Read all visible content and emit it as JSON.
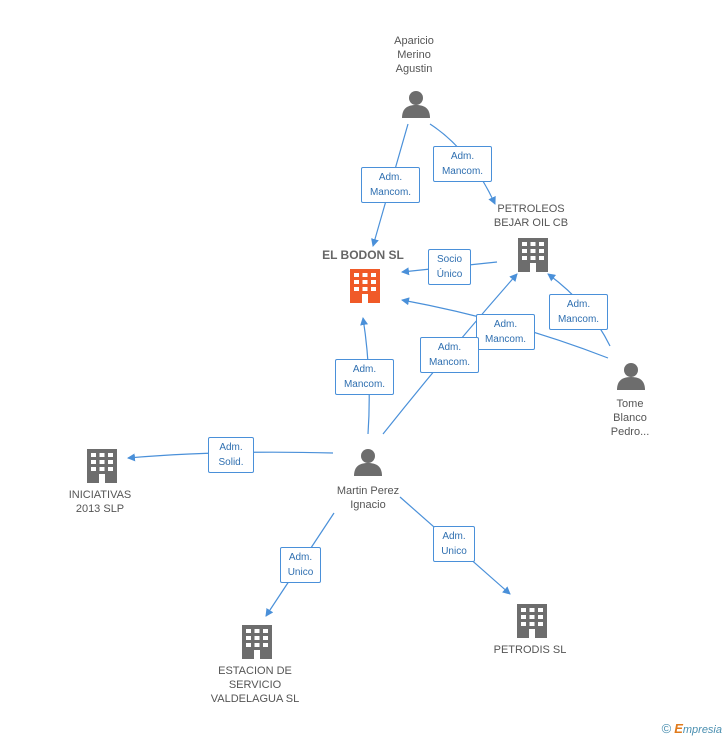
{
  "nodes": {
    "aparicio": "Aparicio\nMerino\nAgustin",
    "petroleos": "PETROLEOS\nBEJAR OIL CB",
    "el_bodon": "EL BODON SL",
    "tome": "Tome\nBlanco\nPedro...",
    "martin": "Martin Perez\nIgnacio",
    "iniciativas": "INICIATIVAS\n2013  SLP",
    "estacion": "ESTACION DE\nSERVICIO\nVALDELAGUA SL",
    "petrodis": "PETRODIS SL"
  },
  "edges": {
    "aparicio_bodon": "Adm.\nMancom.",
    "aparicio_petroleos": "Adm.\nMancom.",
    "petroleos_bodon": "Socio\nÚnico",
    "tome_petroleos": "Adm.\nMancom.",
    "tome_bodon": "Adm.\nMancom.",
    "martin_petroleos": "Adm.\nMancom.",
    "martin_bodon": "Adm.\nMancom.",
    "martin_iniciativas": "Adm.\nSolid.",
    "martin_estacion": "Adm.\nUnico",
    "martin_petrodis": "Adm.\nUnico"
  },
  "footer": {
    "copyright": "©",
    "brand_e": "E",
    "brand_rest": "mpresia"
  },
  "colors": {
    "company": "#6d6d6d",
    "main_company": "#f05a28",
    "person": "#6d6d6d",
    "edge": "#4a90d9"
  }
}
